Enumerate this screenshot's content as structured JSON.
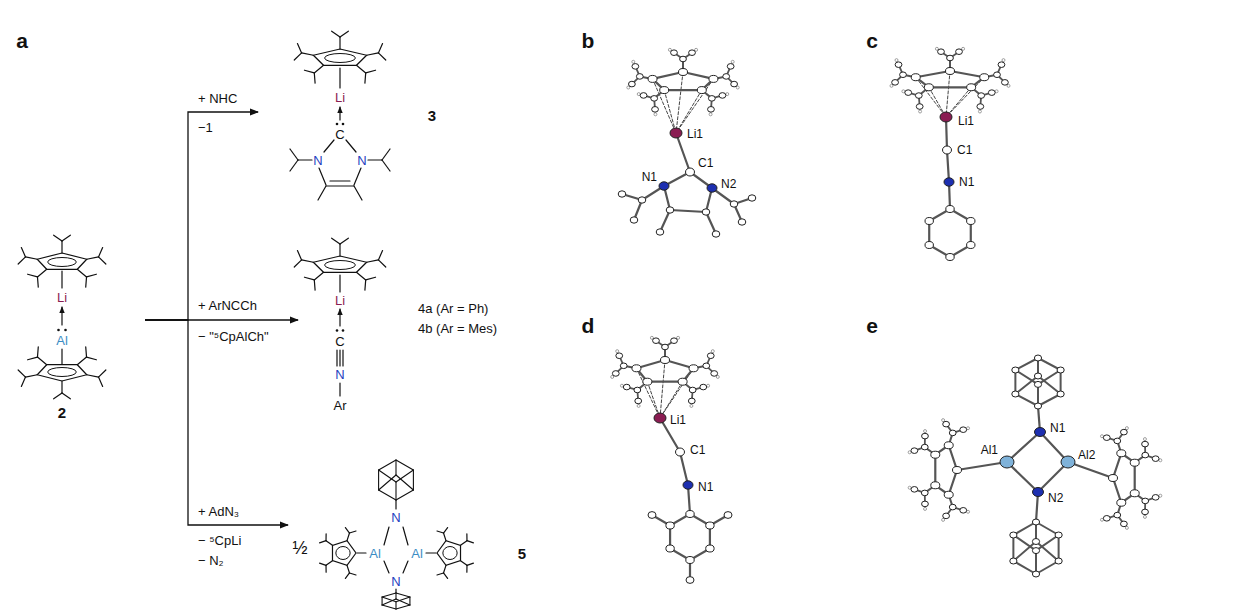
{
  "diagram": {
    "nodes": [
      {
        "text": [
          "Li",
          "Al",
          "2"
        ]
      },
      {
        "text": [
          "Li",
          "C",
          "N",
          "N",
          "3"
        ]
      },
      {
        "text": [
          "Li",
          "C",
          "N",
          "Ar",
          "4a (Ar = Ph)",
          "4b (Ar = Mes)"
        ]
      },
      {
        "text": [
          "½",
          "Al",
          "Al",
          "N",
          "N",
          "5"
        ]
      }
    ],
    "edges": [
      {
        "from": 0,
        "to": 1,
        "arrow": "to"
      },
      {
        "from": 0,
        "to": 2,
        "arrow": "to"
      },
      {
        "from": 0,
        "to": 3,
        "arrow": "to"
      }
    ],
    "labels": [
      "a",
      "+ NHC",
      "−1",
      "+ ArNCCh",
      "− \"⁵CpAlCh\"",
      "+ AdN₃",
      "− ⁵CpLi",
      "− N₂",
      "b",
      "Li1",
      "C1",
      "N1",
      "N2",
      "c",
      "Li1",
      "C1",
      "N1",
      "d",
      "Li1",
      "C1",
      "N1",
      "e",
      "Al1",
      "N1",
      "Al2",
      "N2"
    ]
  }
}
